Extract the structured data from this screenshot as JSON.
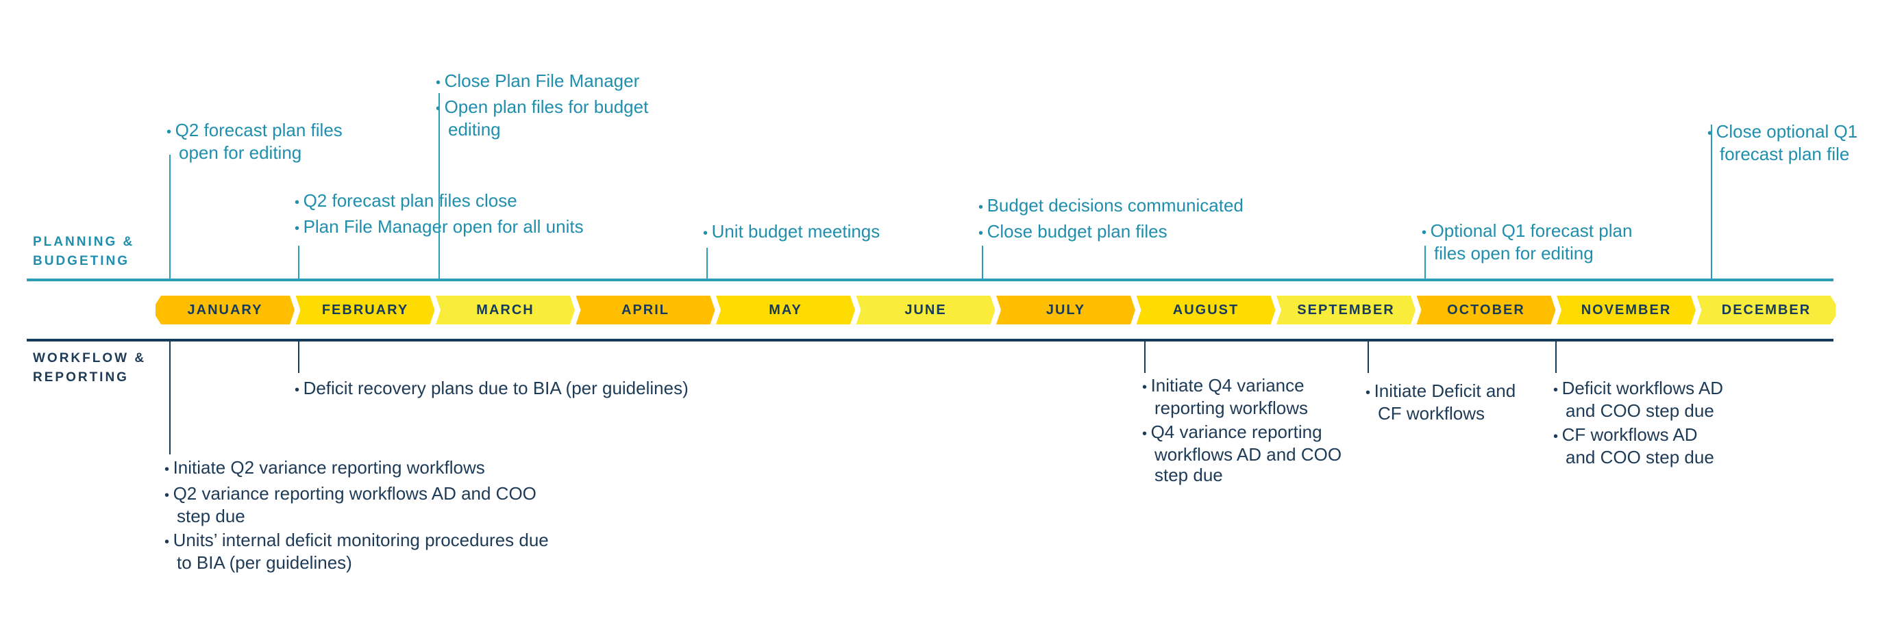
{
  "lanes": {
    "planning": [
      "PLANNING &",
      "BUDGETING"
    ],
    "workflow": [
      "WORKFLOW &",
      "REPORTING"
    ]
  },
  "colors": {
    "teal": "#2a9dbb",
    "navy": "#143a5c",
    "m1": "#ffbf00",
    "m2": "#ffdc00",
    "m3": "#f9ec3b"
  },
  "months": [
    "JANUARY",
    "FEBRUARY",
    "MARCH",
    "APRIL",
    "MAY",
    "JUNE",
    "JULY",
    "AUGUST",
    "SEPTEMBER",
    "OCTOBER",
    "NOVEMBER",
    "DECEMBER"
  ],
  "planning": [
    {
      "id": "jan",
      "items": [
        [
          "Q2 forecast plan files",
          "open for editing"
        ]
      ]
    },
    {
      "id": "feb",
      "items": [
        [
          "Q2 forecast plan files close"
        ],
        [
          "Plan File Manager open for all units"
        ]
      ]
    },
    {
      "id": "mar",
      "items": [
        [
          "Close Plan File Manager"
        ],
        [
          "Open plan files for budget",
          "editing"
        ]
      ]
    },
    {
      "id": "may",
      "items": [
        [
          "Unit budget meetings"
        ]
      ]
    },
    {
      "id": "jul",
      "items": [
        [
          "Budget decisions communicated"
        ],
        [
          "Close budget plan files"
        ]
      ]
    },
    {
      "id": "oct",
      "items": [
        [
          "Optional Q1 forecast plan",
          "files open for editing"
        ]
      ]
    },
    {
      "id": "dec",
      "items": [
        [
          "Close optional Q1",
          "forecast plan file"
        ]
      ]
    }
  ],
  "workflow": [
    {
      "id": "feb",
      "items": [
        [
          "Deficit recovery plans due to BIA (per guidelines)"
        ]
      ]
    },
    {
      "id": "jan",
      "items": [
        [
          "Initiate Q2 variance reporting workflows"
        ],
        [
          "Q2 variance reporting workflows AD and COO",
          "step due"
        ],
        [
          "Units’ internal deficit monitoring procedures due",
          "to BIA (per guidelines)"
        ]
      ]
    },
    {
      "id": "aug",
      "items": [
        [
          "Initiate Q4 variance",
          "reporting workflows"
        ],
        [
          "Q4 variance reporting",
          "workflows AD and COO",
          "step due"
        ]
      ]
    },
    {
      "id": "sep",
      "items": [
        [
          "Initiate Deficit and",
          "CF workflows"
        ]
      ]
    },
    {
      "id": "nov",
      "items": [
        [
          "Deficit workflows AD",
          "and COO step due"
        ],
        [
          "CF workflows AD",
          "and COO step due"
        ]
      ]
    }
  ]
}
